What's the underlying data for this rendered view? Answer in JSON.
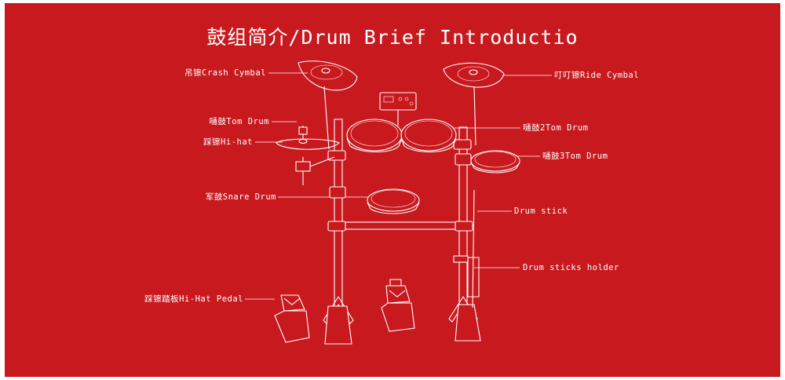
{
  "title": "鼓组简介/Drum Brief Introductio",
  "colors": {
    "background": "#c8191e",
    "line": "#ffffff",
    "frame": "#ffffff"
  },
  "labels": {
    "crash_cymbal": "吊镲Crash Cymbal",
    "ride_cymbal": "叮叮镲Ride Cymbal",
    "tom_drum": "嗵鼓Tom Drum",
    "tom2_drum": "嗵鼓2Tom Drum",
    "hi_hat": "踩镲Hi-hat",
    "tom3_drum": "嗵鼓3Tom Drum",
    "snare_drum": "军鼓Snare Drum",
    "drum_stick": "Drum stick",
    "drum_sticks_holder": "Drum sticks holder",
    "hi_hat_pedal": "踩镲踏板Hi-Hat Pedal"
  }
}
